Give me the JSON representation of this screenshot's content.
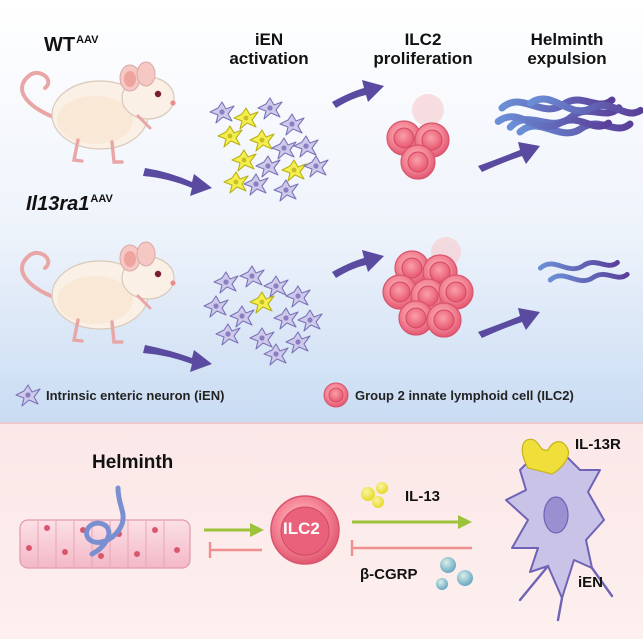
{
  "genotypes": {
    "wt": {
      "name": "WT",
      "superscript": "AAV"
    },
    "ko": {
      "name": "Il13ra1",
      "superscript": "AAV"
    }
  },
  "stages": {
    "ien_activation": {
      "line1": "iEN",
      "line2": "activation"
    },
    "ilc2_proliferation": {
      "line1": "ILC2",
      "line2": "proliferation"
    },
    "helminth_expulsion": {
      "line1": "Helminth",
      "line2": "expulsion"
    }
  },
  "legend": {
    "ien": "Intrinsic enteric neuron (iEN)",
    "ilc2": "Group 2 innate lymphoid cell (ILC2)"
  },
  "mechanism": {
    "helminth": "Helminth",
    "ilc2_cell": "ILC2",
    "il13": "IL-13",
    "cgrp": "β-CGRP",
    "il13r": "IL-13R",
    "ien": "iEN"
  },
  "colors": {
    "arrow_purple": "#5a4aa0",
    "activating_arrow": "#9dc33b",
    "inhibitory_line": "#ef8f8f",
    "ilc2_pink": "#ee6f86",
    "neuron_lavender": "#c9c4e6",
    "activated_neuron_yellow": "#f5ec4a"
  }
}
